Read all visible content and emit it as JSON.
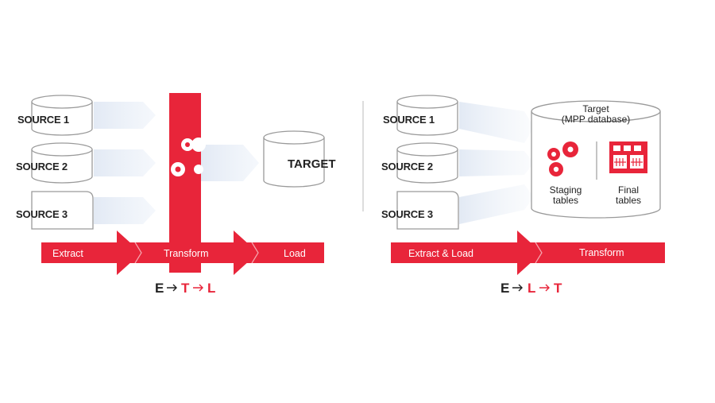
{
  "etl": {
    "sources": [
      "SOURCE 1",
      "SOURCE 2",
      "SOURCE 3"
    ],
    "target": "TARGET",
    "stages": [
      "Extract",
      "Transform",
      "Load"
    ],
    "formula": [
      "E",
      "T",
      "L"
    ]
  },
  "elt": {
    "sources": [
      "SOURCE 1",
      "SOURCE 2",
      "SOURCE 3"
    ],
    "target_title": "Target",
    "target_subtitle": "(MPP database)",
    "staging_label_1": "Staging",
    "staging_label_2": "tables",
    "final_label_1": "Final",
    "final_label_2": "tables",
    "stages": [
      "Extract & Load",
      "Transform"
    ],
    "formula": [
      "E",
      "L",
      "T"
    ]
  },
  "colors": {
    "accent": "#E8253A",
    "dark": "#222222",
    "outline": "#9A9A9A",
    "flow": "#E9EFF7"
  },
  "icons": {
    "gear": "gear-icon",
    "table": "table-grid-icon",
    "arrow": "arrow-right-icon"
  }
}
